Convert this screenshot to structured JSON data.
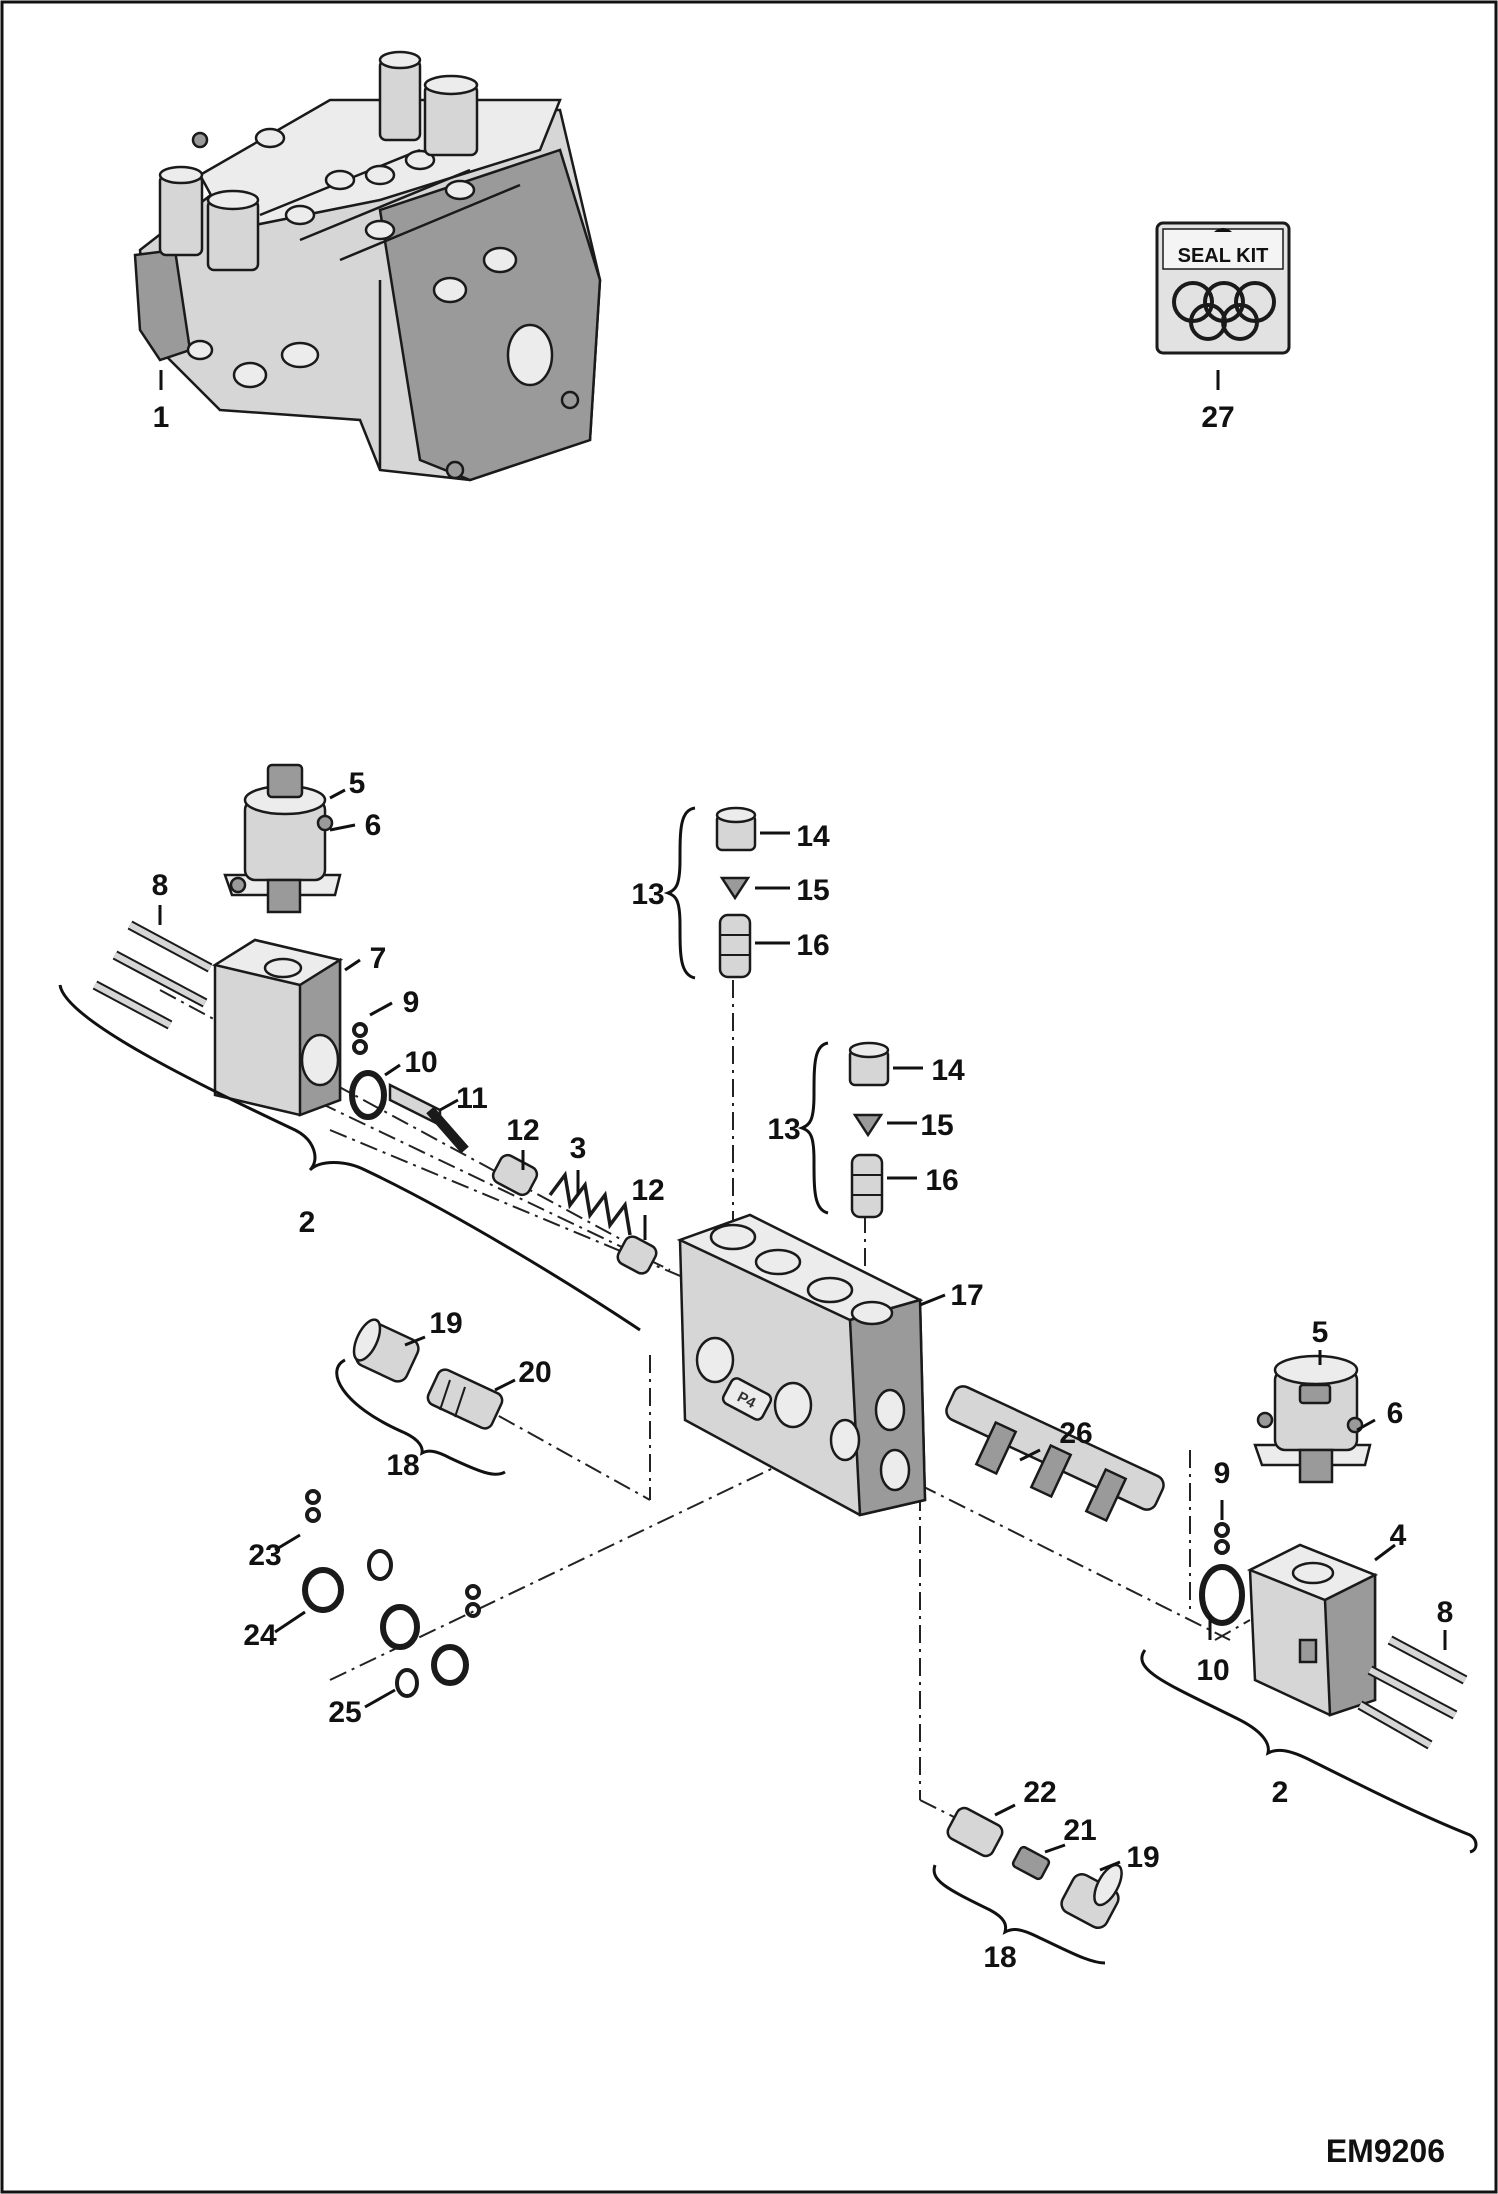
{
  "figure_id": "EM9206",
  "seal_kit": {
    "label": "SEAL KIT"
  },
  "parts": [
    {
      "key": "p1",
      "label": "1"
    },
    {
      "key": "p27",
      "label": "27"
    },
    {
      "key": "p5a",
      "label": "5"
    },
    {
      "key": "p6a",
      "label": "6"
    },
    {
      "key": "p8a",
      "label": "8"
    },
    {
      "key": "p7",
      "label": "7"
    },
    {
      "key": "p9a",
      "label": "9"
    },
    {
      "key": "p10a",
      "label": "10"
    },
    {
      "key": "p11",
      "label": "11"
    },
    {
      "key": "p12a",
      "label": "12"
    },
    {
      "key": "p3",
      "label": "3"
    },
    {
      "key": "p12b",
      "label": "12"
    },
    {
      "key": "p2a",
      "label": "2"
    },
    {
      "key": "p14a",
      "label": "14"
    },
    {
      "key": "p13a",
      "label": "13"
    },
    {
      "key": "p15a",
      "label": "15"
    },
    {
      "key": "p16a",
      "label": "16"
    },
    {
      "key": "p14b",
      "label": "14"
    },
    {
      "key": "p13b",
      "label": "13"
    },
    {
      "key": "p15b",
      "label": "15"
    },
    {
      "key": "p16b",
      "label": "16"
    },
    {
      "key": "p17",
      "label": "17"
    },
    {
      "key": "p19a",
      "label": "19"
    },
    {
      "key": "p20",
      "label": "20"
    },
    {
      "key": "p18a",
      "label": "18"
    },
    {
      "key": "p26",
      "label": "26"
    },
    {
      "key": "p5b",
      "label": "5"
    },
    {
      "key": "p6b",
      "label": "6"
    },
    {
      "key": "p9b",
      "label": "9"
    },
    {
      "key": "p4",
      "label": "4"
    },
    {
      "key": "p8b",
      "label": "8"
    },
    {
      "key": "p10b",
      "label": "10"
    },
    {
      "key": "p2b",
      "label": "2"
    },
    {
      "key": "p23",
      "label": "23"
    },
    {
      "key": "p24",
      "label": "24"
    },
    {
      "key": "p25",
      "label": "25"
    },
    {
      "key": "p22",
      "label": "22"
    },
    {
      "key": "p21",
      "label": "21"
    },
    {
      "key": "p19b",
      "label": "19"
    },
    {
      "key": "p18b",
      "label": "18"
    }
  ],
  "colors": {
    "line": "#1a1a1a",
    "part_fill": "#d6d6d6",
    "part_shade": "#9a9a9a",
    "background": "#ffffff"
  }
}
